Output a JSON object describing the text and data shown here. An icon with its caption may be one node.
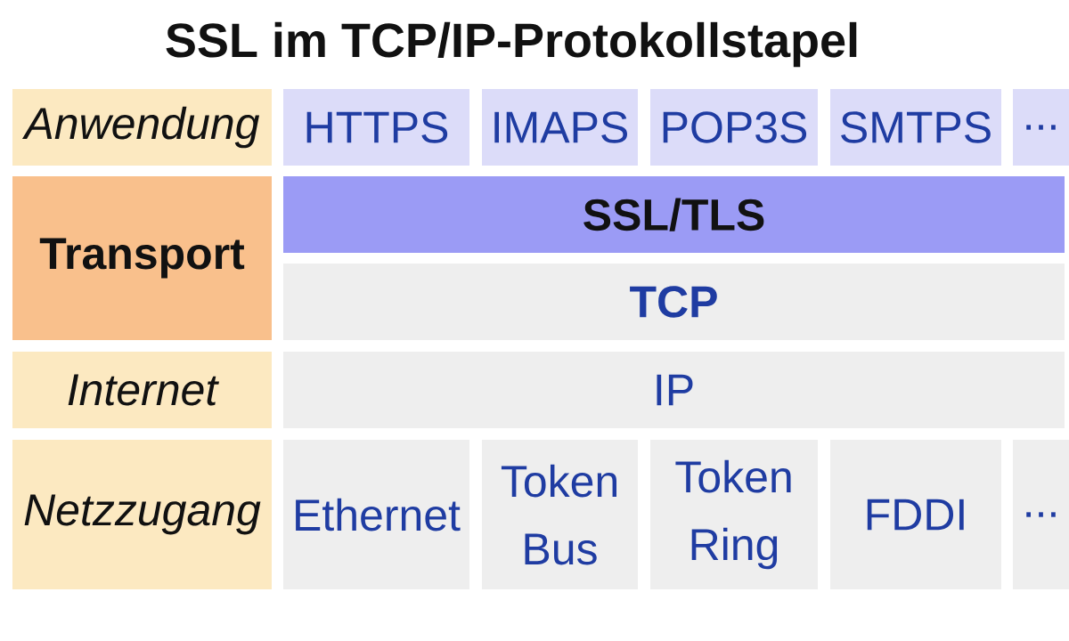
{
  "diagram": {
    "title": "SSL im TCP/IP-Protokollstapel",
    "nodes": [
      {
        "text": [
          "Anwendung"
        ]
      },
      {
        "text": [
          "HTTPS"
        ]
      },
      {
        "text": [
          "IMAPS"
        ]
      },
      {
        "text": [
          "POP3S"
        ]
      },
      {
        "text": [
          "SMTPS"
        ]
      },
      {
        "text": [
          "..."
        ]
      },
      {
        "text": [
          "Transport"
        ]
      },
      {
        "text": [
          "SSL/TLS"
        ]
      },
      {
        "text": [
          "TCP"
        ]
      },
      {
        "text": [
          "Internet"
        ]
      },
      {
        "text": [
          "IP"
        ]
      },
      {
        "text": [
          "Netzzugang"
        ]
      },
      {
        "text": [
          "Ethernet"
        ]
      },
      {
        "text": [
          "Token Bus"
        ]
      },
      {
        "text": [
          "Token Ring"
        ]
      },
      {
        "text": [
          "FDDI"
        ]
      },
      {
        "text": [
          "..."
        ]
      }
    ]
  }
}
